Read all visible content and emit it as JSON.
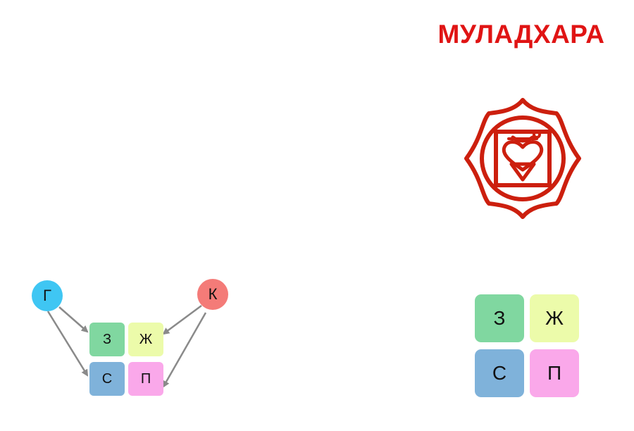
{
  "title": "МУЛАДХАРА",
  "colors": {
    "title": "#e01414",
    "symbol": "#cc1f0e",
    "g": "#3fc6f3",
    "k": "#f47b78",
    "z": "#80d7a0",
    "zh": "#ecfbaa",
    "s": "#7fb2da",
    "p": "#faa8ea",
    "arrow": "#8a8a8a"
  },
  "sources": {
    "g": "Г",
    "k": "К"
  },
  "tiles": {
    "z": "З",
    "zh": "Ж",
    "s": "С",
    "p": "П"
  },
  "edges": [
    {
      "from": "Г",
      "to": "З"
    },
    {
      "from": "Г",
      "to": "С"
    },
    {
      "from": "К",
      "to": "Ж"
    },
    {
      "from": "К",
      "to": "П"
    }
  ]
}
